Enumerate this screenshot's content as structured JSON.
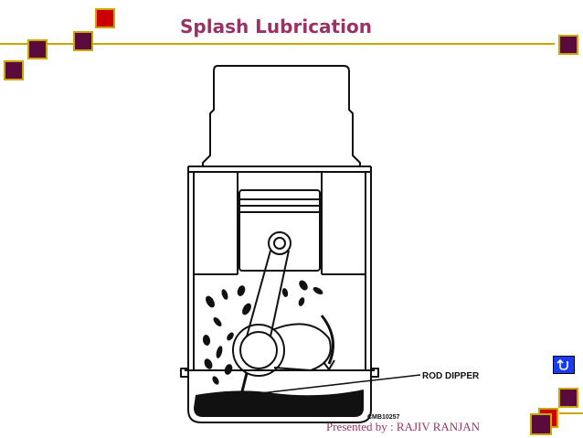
{
  "slide": {
    "title": "Splash Lubrication",
    "footer": "Presented by : RAJIV  RANJAN"
  },
  "diagram": {
    "callout_label": "ROD DIPPER",
    "figure_code": "CMB10257"
  },
  "colors": {
    "title": "#993366",
    "rule": "#c9a600",
    "square_maroon": "#5a0a3c",
    "square_red": "#cc0000",
    "square_border": "#c9a600",
    "nav_button": "#1a3cf0"
  },
  "icons": {
    "nav_button": "return-arrow-icon"
  }
}
